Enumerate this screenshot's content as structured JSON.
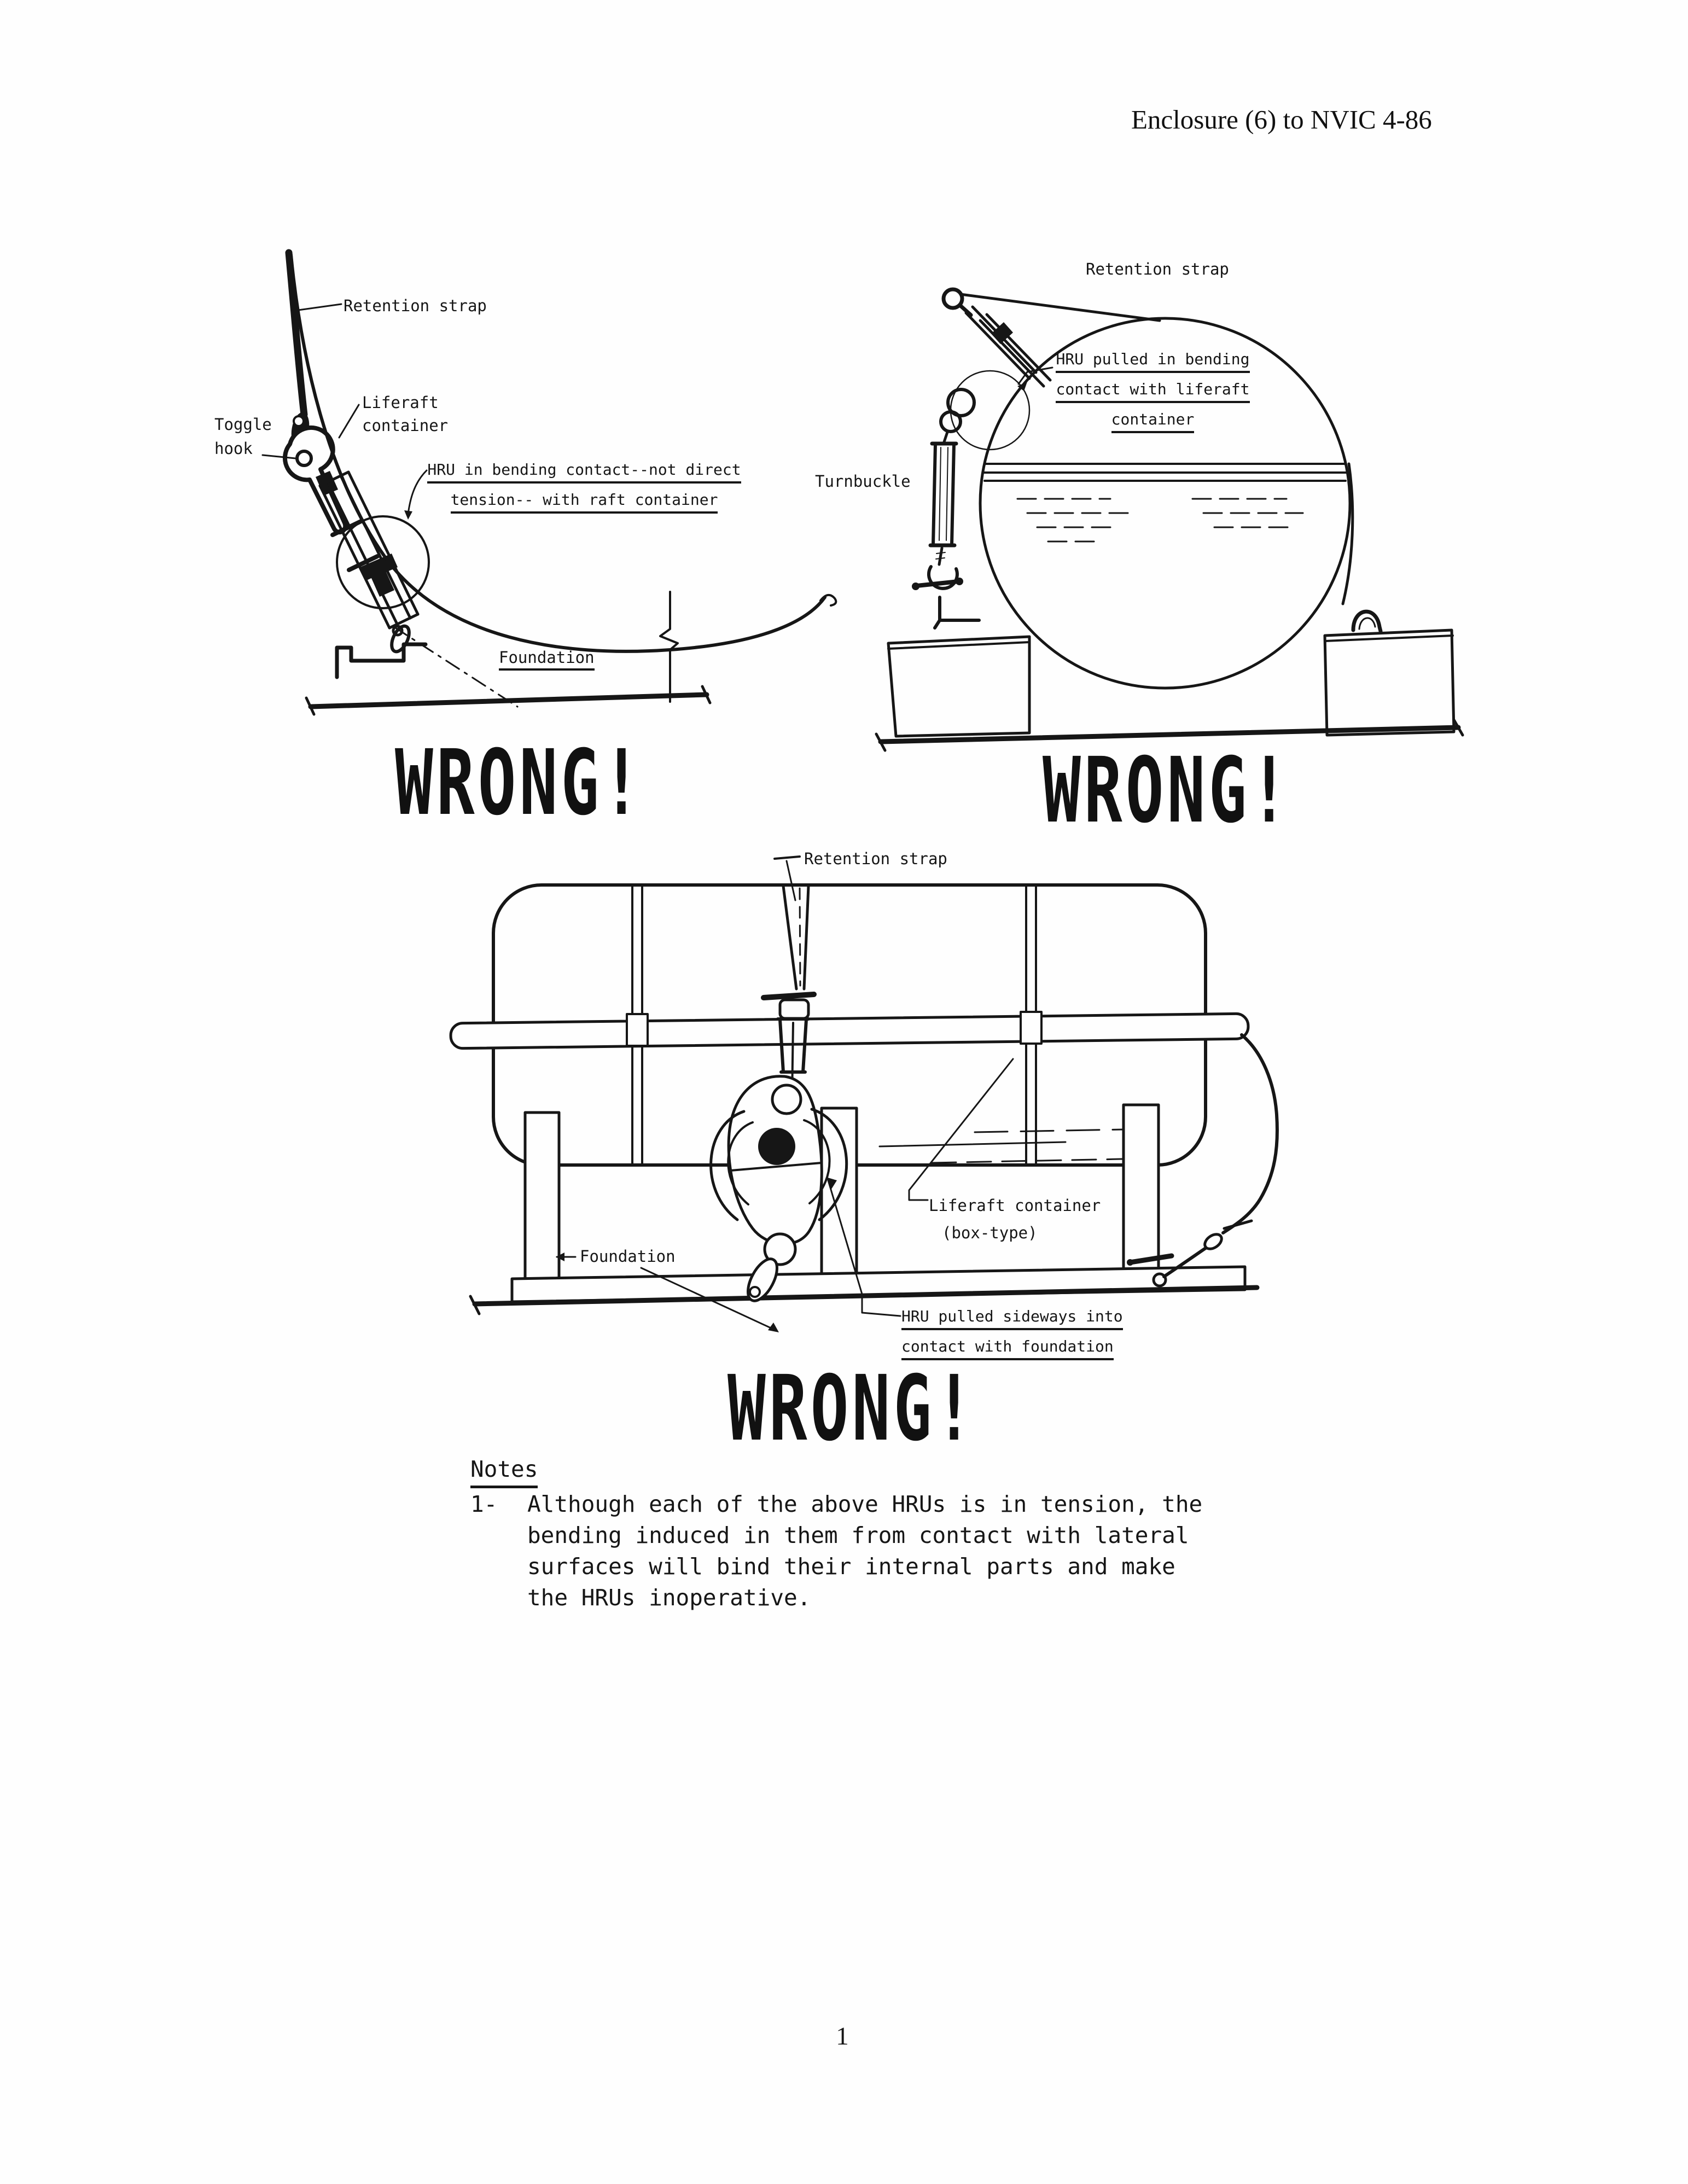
{
  "page": {
    "header": "Enclosure (6) to NVIC 4-86",
    "page_number": "1"
  },
  "figure_top_left": {
    "labels": {
      "retention_strap": "Retention strap",
      "liferaft_container_line1": "Liferaft",
      "liferaft_container_line2": "container",
      "toggle_hook_line1": "Toggle",
      "toggle_hook_line2": "hook",
      "hru_note_line1": "HRU in bending contact--not direct",
      "hru_note_line2": "tension-- with raft container",
      "foundation": "Foundation"
    },
    "verdict": "WRONG!"
  },
  "figure_top_right": {
    "labels": {
      "retention_strap": "Retention strap",
      "hru_note_line1": "HRU pulled in bending",
      "hru_note_line2": "contact with liferaft",
      "hru_note_line3": "container",
      "turnbuckle": "Turnbuckle"
    },
    "verdict": "WRONG!"
  },
  "figure_bottom": {
    "labels": {
      "retention_strap": "Retention strap",
      "liferaft_container_line1": "Liferaft container",
      "liferaft_container_line2": "(box-type)",
      "foundation": "Foundation",
      "hru_note_line1": "HRU pulled sideways into",
      "hru_note_line2": "contact with foundation"
    },
    "verdict": "WRONG!"
  },
  "notes": {
    "heading": "Notes",
    "item_number": "1-",
    "item_lines": [
      "Although each of the above HRUs is in tension, the",
      "bending induced in them from contact with lateral",
      "surfaces will bind their internal parts and make",
      "the HRUs inoperative."
    ]
  }
}
